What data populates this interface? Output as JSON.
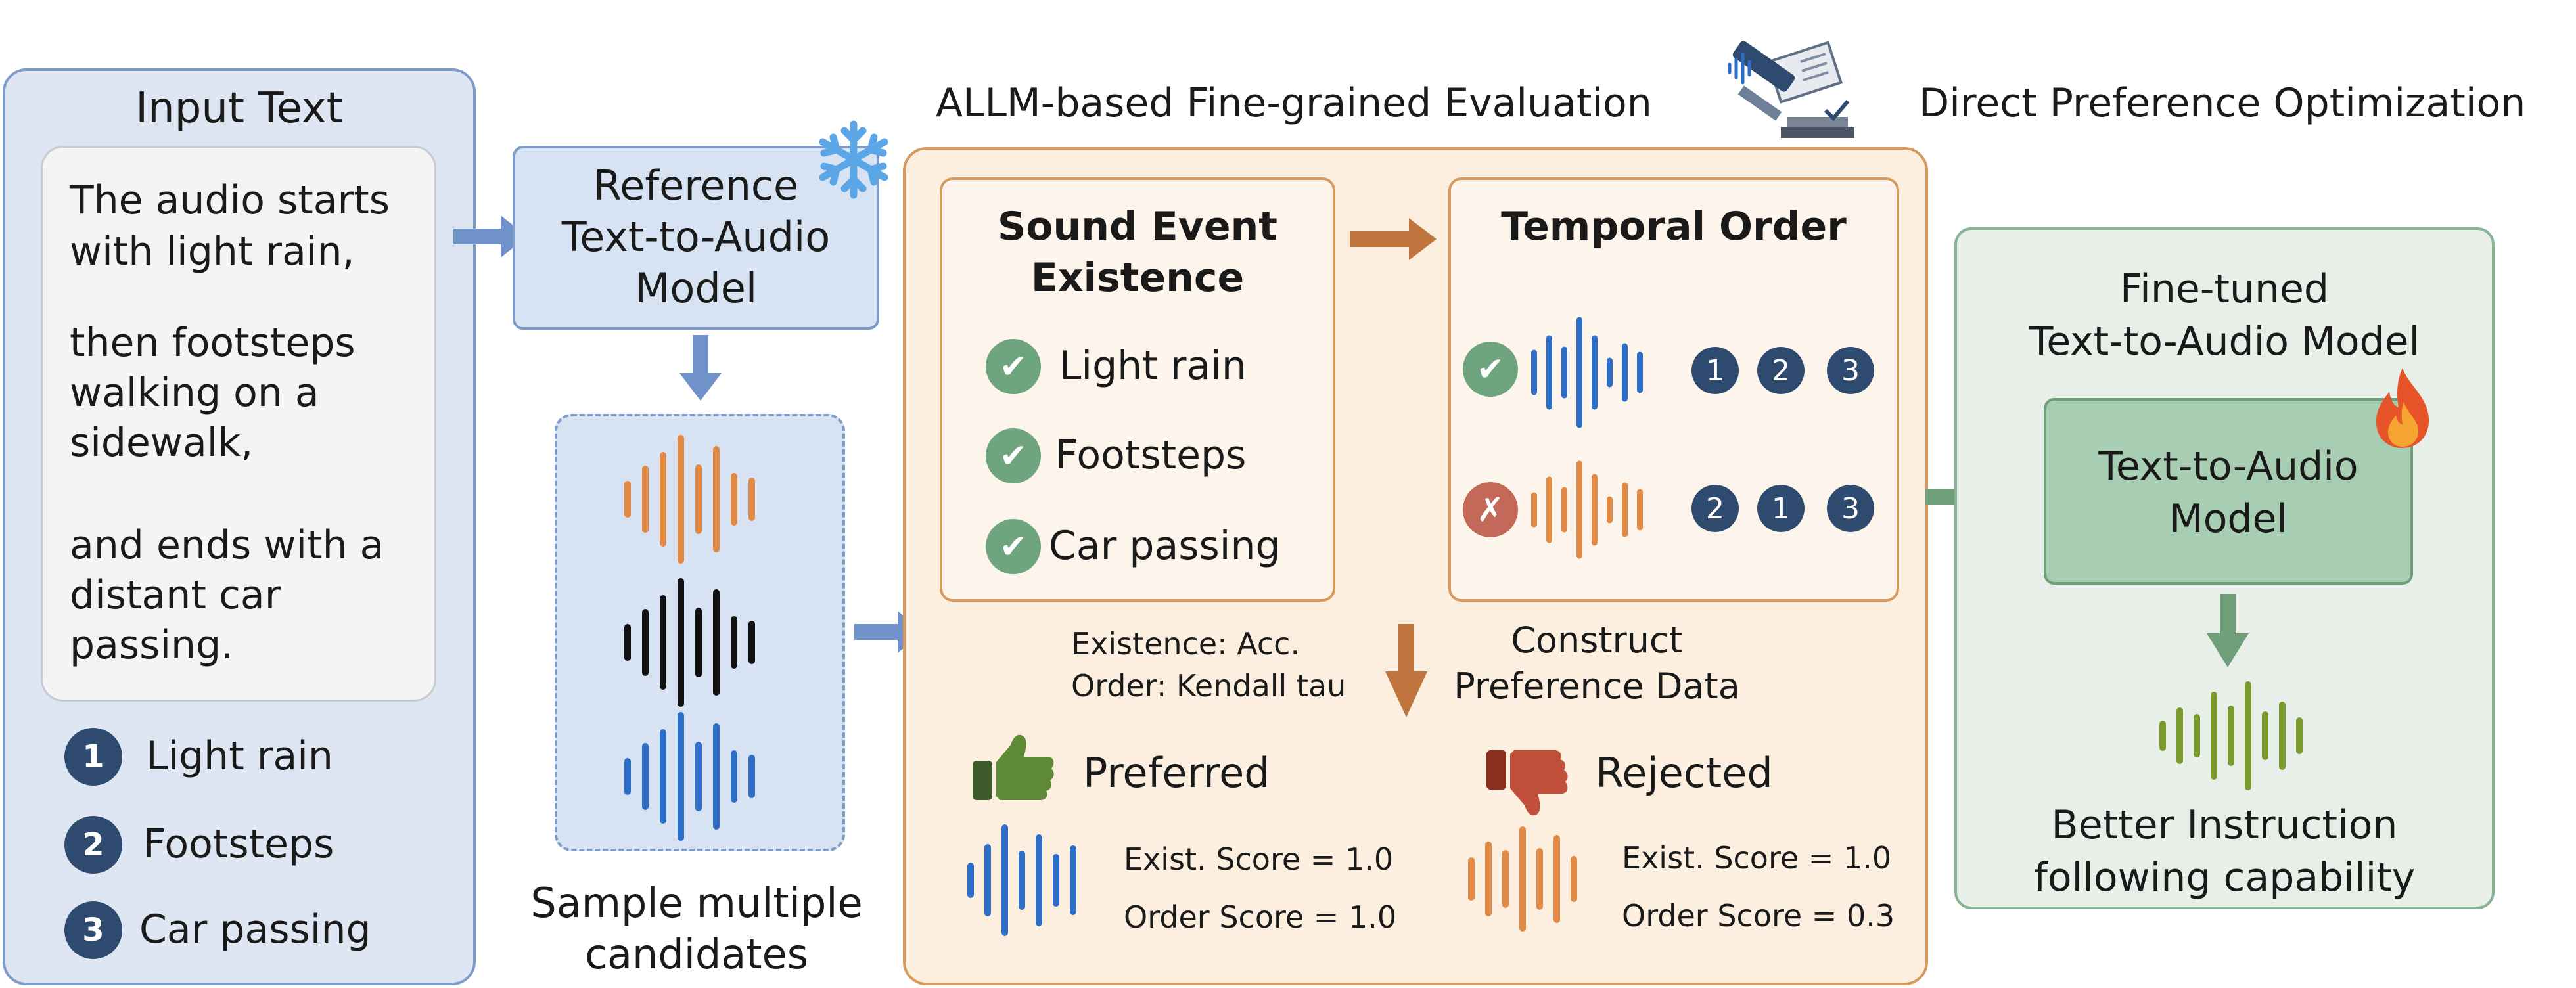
{
  "headers": {
    "evaluation": "ALLM-based Fine-grained Evaluation",
    "dpo": "Direct Preference Optimization"
  },
  "input_panel": {
    "title": "Input Text",
    "text_lines_1": [
      "The audio starts",
      "with light rain,"
    ],
    "text_lines_2": [
      "then footsteps",
      "walking on a",
      "sidewalk,"
    ],
    "text_lines_3": [
      "and ends with a",
      "distant car",
      "passing."
    ],
    "events": [
      {
        "num": "1",
        "label": "Light rain"
      },
      {
        "num": "2",
        "label": "Footsteps"
      },
      {
        "num": "3",
        "label": "Car passing"
      }
    ]
  },
  "reference_model": {
    "lines": [
      "Reference",
      "Text-to-Audio",
      "Model"
    ]
  },
  "candidates": {
    "caption_lines": [
      "Sample multiple",
      "candidates"
    ]
  },
  "existence": {
    "title_lines": [
      "Sound Event",
      "Existence"
    ],
    "items": [
      "Light rain",
      "Footsteps",
      "Car passing"
    ]
  },
  "temporal": {
    "title": "Temporal Order",
    "row1": [
      "1",
      "2",
      "3"
    ],
    "row2": [
      "2",
      "1",
      "3"
    ]
  },
  "metrics": {
    "lines": [
      "Existence: Acc.",
      "Order: Kendall tau"
    ]
  },
  "construct": {
    "lines": [
      "Construct",
      "Preference Data"
    ]
  },
  "preferred": {
    "label": "Preferred",
    "scores": [
      "Exist. Score = 1.0",
      "Order Score = 1.0"
    ]
  },
  "rejected": {
    "label": "Rejected",
    "scores": [
      "Exist. Score = 1.0",
      "Order Score = 0.3"
    ]
  },
  "finetuned": {
    "title_lines": [
      "Fine-tuned",
      "Text-to-Audio Model"
    ],
    "model_lines": [
      "Text-to-Audio",
      "Model"
    ],
    "caption_lines": [
      "Better Instruction",
      "following capability"
    ]
  },
  "colors": {
    "blue_panel": "#dde6f2",
    "blue_border": "#7f9cc8",
    "orange_panel": "#fcefdf",
    "orange_border": "#d69a5e",
    "green_panel": "#e7efe8",
    "green_border": "#8ab393",
    "wave_orange": "#e08a45",
    "wave_blue": "#2f6ec7",
    "wave_black": "#111111",
    "wave_green": "#7a9a2e"
  }
}
